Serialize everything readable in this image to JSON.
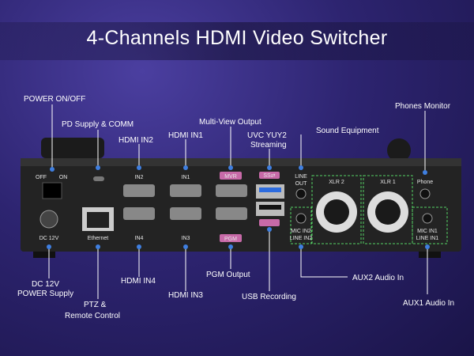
{
  "title": "4-Channels HDMI Video Switcher",
  "callouts": {
    "power": "POWER ON/OFF",
    "pd": "PD Supply & COMM",
    "hdmi_in2": "HDMI IN2",
    "hdmi_in1": "HDMI IN1",
    "multiview": "Multi-View Output",
    "uvc": "UVC YUY2",
    "uvc2": "Streaming",
    "sound": "Sound Equipment",
    "phones": "Phones Monitor",
    "dc_a": "DC 12V",
    "dc_b": "POWER Supply",
    "ptz_a": "PTZ &",
    "ptz_b": "Remote Control",
    "hdmi_in4": "HDMI IN4",
    "hdmi_in3": "HDMI IN3",
    "pgm": "PGM Output",
    "usb": "USB Recording",
    "aux2": "AUX2 Audio In",
    "aux1": "AUX1 Audio In"
  },
  "panel": {
    "off": "OFF",
    "on": "ON",
    "dc12v": "DC 12V",
    "ethernet": "Ethernet",
    "in2": "IN2",
    "in1": "IN1",
    "mvr": "MVR",
    "in4": "IN4",
    "in3": "IN3",
    "pgm": "PGM",
    "ss": "SS⇄",
    "line": "LINE",
    "out": "OUT",
    "xlr2": "XLR 2",
    "xlr1": "XLR 1",
    "phone": "Phone",
    "mic2a": "MIC IN2",
    "mic2b": "LINE IN2",
    "mic1a": "MIC IN1",
    "mic1b": "LINE IN1"
  },
  "colors": {
    "accent_green": "#56d364",
    "pink": "#c86aa8",
    "callout_blue": "#3f7fe0"
  }
}
